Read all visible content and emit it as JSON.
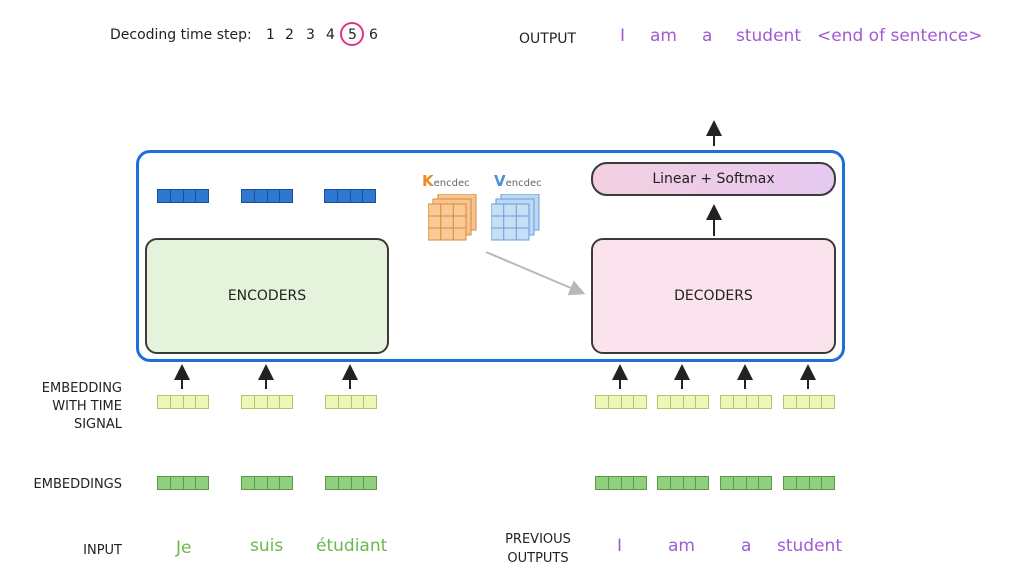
{
  "header": {
    "steps_label": "Decoding time step:",
    "steps": [
      "1",
      "2",
      "3",
      "4",
      "5",
      "6"
    ],
    "current_step": "5",
    "output_label": "OUTPUT",
    "output_words": [
      "I",
      "am",
      "a",
      "student",
      "<end of sentence>"
    ]
  },
  "diagram": {
    "encoders_label": "ENCODERS",
    "decoders_label": "DECODERS",
    "linear_label": "Linear + Softmax",
    "k_main": "K",
    "k_sub": "encdec",
    "v_main": "V",
    "v_sub": "encdec"
  },
  "labels": {
    "embedding_time_1": "EMBEDDING",
    "embedding_time_2": "WITH TIME",
    "embedding_time_3": "SIGNAL",
    "embeddings": "EMBEDDINGS",
    "input": "INPUT",
    "previous_1": "PREVIOUS",
    "previous_2": "OUTPUTS"
  },
  "input_words": [
    "Je",
    "suis",
    "étudiant"
  ],
  "previous_outputs": [
    "I",
    "am",
    "a",
    "student"
  ],
  "colors": {
    "output_text": "#a05ad6",
    "input_text": "#6ab84e",
    "main_box_border": "#1e6fd9",
    "k_color": "#f08a24",
    "v_color": "#4a90e2",
    "step_highlight": "#e0338c"
  }
}
